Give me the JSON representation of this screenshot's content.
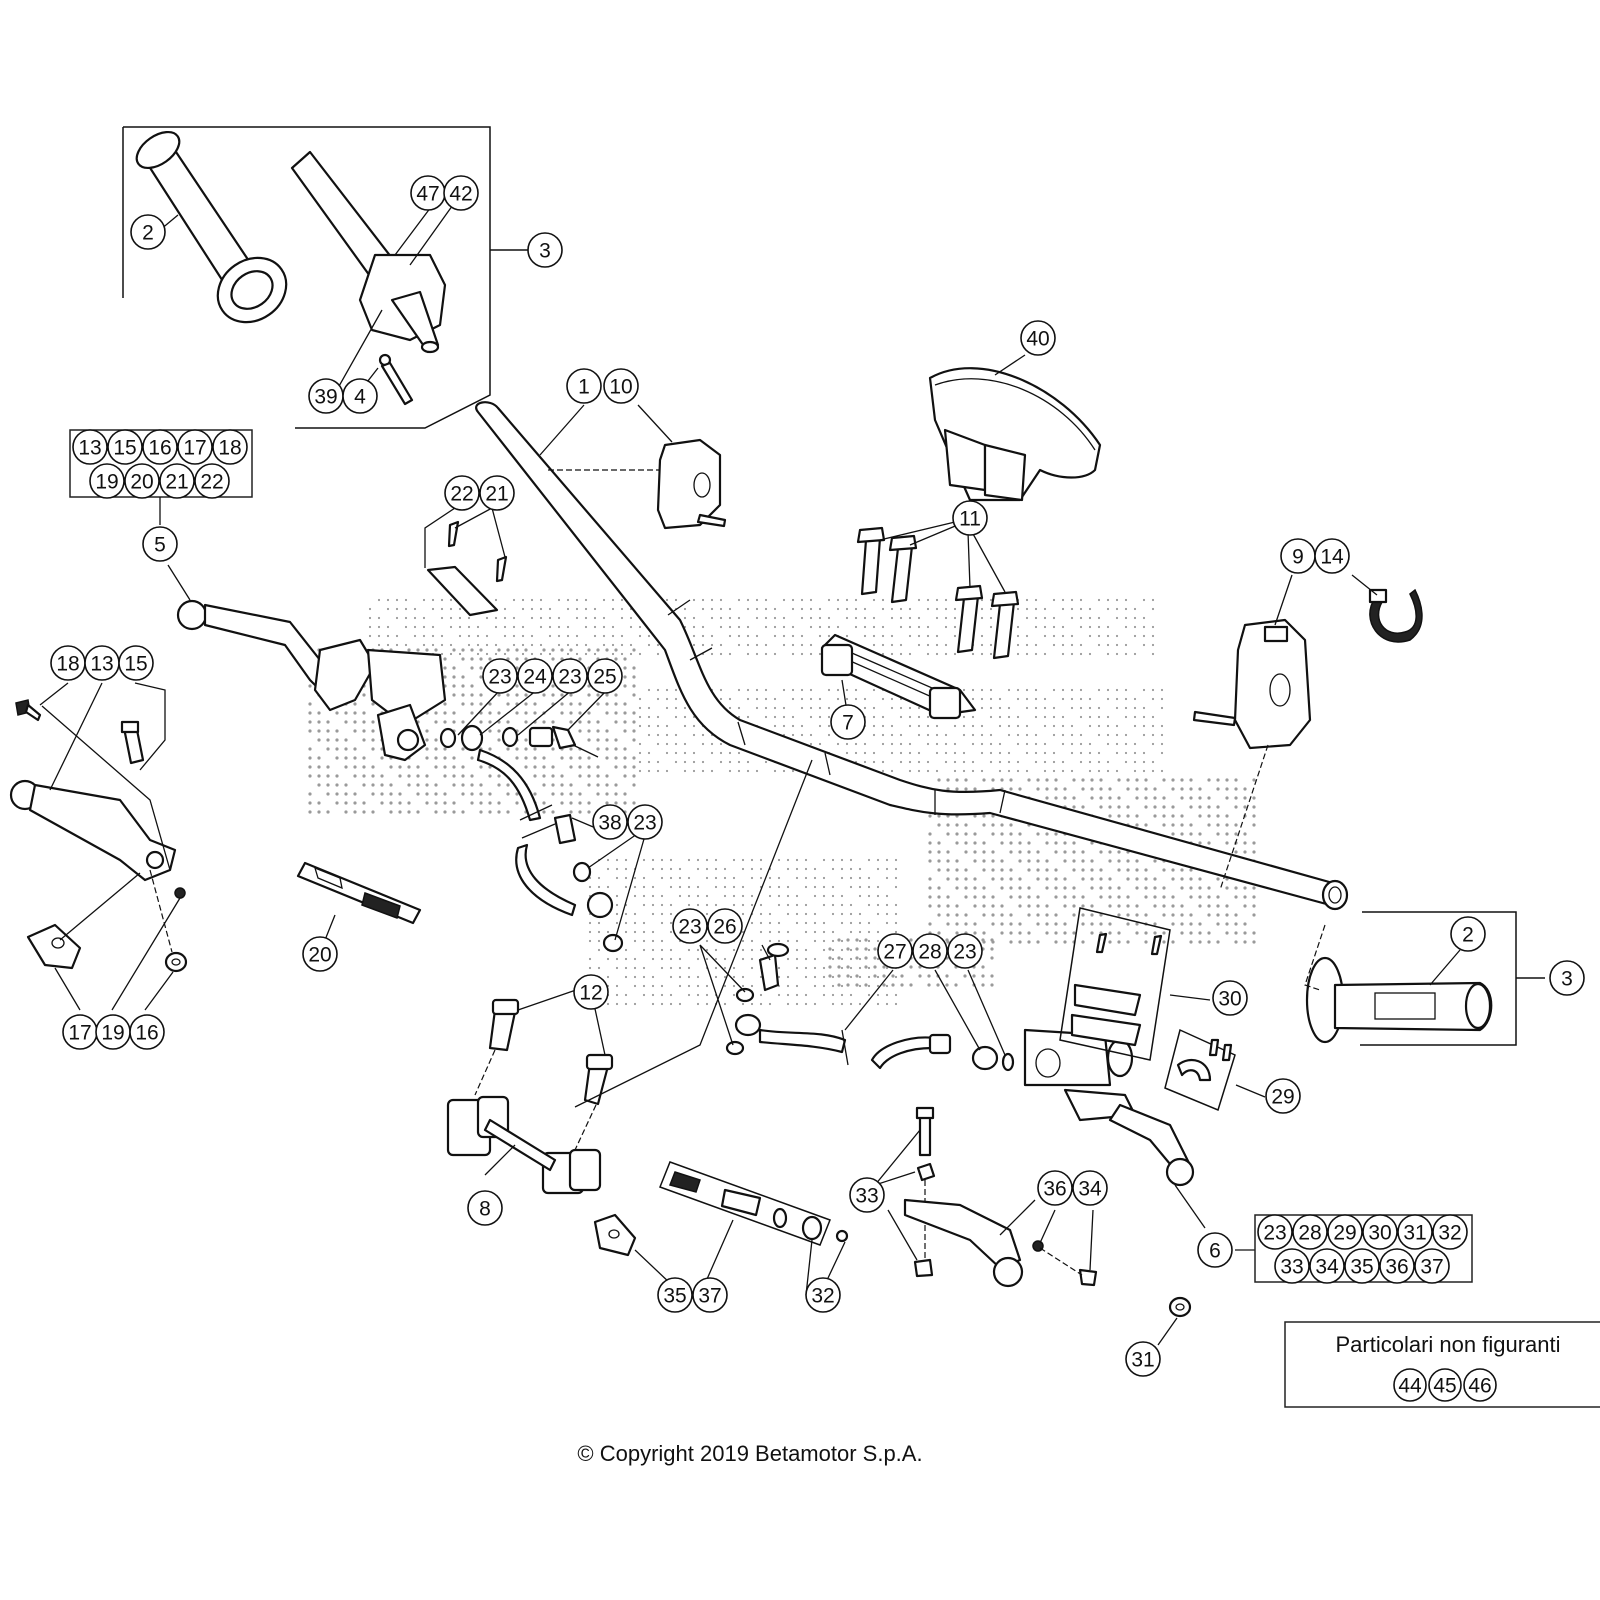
{
  "diagram": {
    "title": "Handlebar assembly exploded view",
    "callouts": [
      {
        "id": "c-2-left",
        "label": "2"
      },
      {
        "id": "c-3-top",
        "label": "3"
      },
      {
        "id": "c-47",
        "label": "47"
      },
      {
        "id": "c-42",
        "label": "42"
      },
      {
        "id": "c-39",
        "label": "39"
      },
      {
        "id": "c-4",
        "label": "4"
      },
      {
        "id": "c-1",
        "label": "1"
      },
      {
        "id": "c-10",
        "label": "10"
      },
      {
        "id": "c-40",
        "label": "40"
      },
      {
        "id": "c-11",
        "label": "11"
      },
      {
        "id": "c-7",
        "label": "7"
      },
      {
        "id": "c-9",
        "label": "9"
      },
      {
        "id": "c-14",
        "label": "14"
      },
      {
        "id": "c-5",
        "label": "5"
      },
      {
        "id": "c-22a",
        "label": "22"
      },
      {
        "id": "c-21a",
        "label": "21"
      },
      {
        "id": "c-18",
        "label": "18"
      },
      {
        "id": "c-13",
        "label": "13"
      },
      {
        "id": "c-15",
        "label": "15"
      },
      {
        "id": "c-23a",
        "label": "23"
      },
      {
        "id": "c-24",
        "label": "24"
      },
      {
        "id": "c-23b",
        "label": "23"
      },
      {
        "id": "c-25",
        "label": "25"
      },
      {
        "id": "c-38",
        "label": "38"
      },
      {
        "id": "c-23c",
        "label": "23"
      },
      {
        "id": "c-20",
        "label": "20"
      },
      {
        "id": "c-17",
        "label": "17"
      },
      {
        "id": "c-19",
        "label": "19"
      },
      {
        "id": "c-16",
        "label": "16"
      },
      {
        "id": "c-23d",
        "label": "23"
      },
      {
        "id": "c-26",
        "label": "26"
      },
      {
        "id": "c-27",
        "label": "27"
      },
      {
        "id": "c-28",
        "label": "28"
      },
      {
        "id": "c-23e",
        "label": "23"
      },
      {
        "id": "c-30",
        "label": "30"
      },
      {
        "id": "c-2-right",
        "label": "2"
      },
      {
        "id": "c-3-right",
        "label": "3"
      },
      {
        "id": "c-29",
        "label": "29"
      },
      {
        "id": "c-12",
        "label": "12"
      },
      {
        "id": "c-8",
        "label": "8"
      },
      {
        "id": "c-33",
        "label": "33"
      },
      {
        "id": "c-36",
        "label": "36"
      },
      {
        "id": "c-34",
        "label": "34"
      },
      {
        "id": "c-6",
        "label": "6"
      },
      {
        "id": "c-35",
        "label": "35"
      },
      {
        "id": "c-37",
        "label": "37"
      },
      {
        "id": "c-32",
        "label": "32"
      },
      {
        "id": "c-31",
        "label": "31"
      }
    ],
    "kit_groups": [
      {
        "id": "kit-5",
        "rows": [
          [
            "13",
            "15",
            "16",
            "17",
            "18"
          ],
          [
            "19",
            "20",
            "21",
            "22"
          ]
        ]
      },
      {
        "id": "kit-6",
        "rows": [
          [
            "23",
            "28",
            "29",
            "30",
            "31",
            "32"
          ],
          [
            "33",
            "34",
            "35",
            "36",
            "37"
          ]
        ]
      }
    ],
    "not_shown": {
      "title": "Particolari non figuranti",
      "items": [
        "44",
        "45",
        "46"
      ]
    },
    "copyright": "© Copyright 2019 Betamotor S.p.A."
  }
}
